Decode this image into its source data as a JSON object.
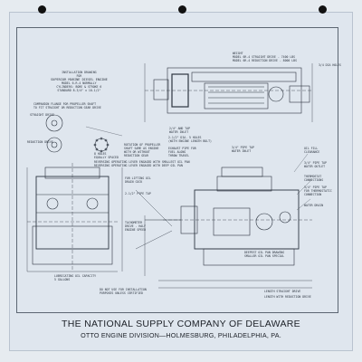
{
  "sheet": {
    "paper_color": "#dfe6ee",
    "ink_color": "#2d3540"
  },
  "notes": {
    "installation": [
      "INSTALLATION DRAWING",
      "FOR",
      "SUPERIOR MARINE DIESEL ENGINE",
      "MODEL 6-R-4 NORMALLY",
      "CYLINDERS: BORE & STROKE 6",
      "STANDARD 8-3/4\" x 10-1/2\""
    ],
    "weight_title": "WEIGHT",
    "weight_lines": [
      "MODEL 6R-4 STRAIGHT DRIVE - 7400 LBS",
      "MODEL 6R-4 REDUCTION DRIVE - 8000 LBS"
    ],
    "flange": [
      "COMPANION FLANGE FOR PROPELLER SHAFT",
      "TO FIT STRAIGHT OR REDUCTION GEAR DRIVE"
    ],
    "straight_drive": "STRAIGHT DRIVE",
    "reduction_drive": "REDUCTION DRIVE",
    "holes": [
      "8 HOLES",
      "EQUALLY SPACED"
    ],
    "rotation": [
      "ROTATION OF PROPELLER",
      "SHAFT SAME AS ENGINE",
      "WITH OR WITHOUT",
      "REDUCTION GEAR"
    ],
    "lever": [
      "REVERSING OPERATING LEVER ENGAGED WITH SMALLEST OIL PAN",
      "REVERSING OPERATING LEVER ENGAGED WITH DEEP OIL PAN"
    ],
    "lifting": [
      "FOR LIFTING OIL",
      "DRAIN COCK"
    ],
    "sump": [
      "2-1/2\" DIA. 5 HOLES",
      "(WITH ENGINE LENGTH BOLT)"
    ],
    "exhaust": [
      "EXHAUST PIPE FOR",
      "FUEL ALONG",
      "THROW TRAVEL"
    ],
    "water_inlet": [
      "3/4\" PIPE TAP",
      "WATER INLET"
    ],
    "tap": "2-1/2\" PIPE TAP",
    "water_inlet2": [
      "2/4\" AND TAP",
      "WATER INLET"
    ],
    "oil_fill": [
      "OIL FILL",
      "CLEARANCE"
    ],
    "water_outlet": [
      "3/4\" PIPE TAP",
      "WATER OUTLET"
    ],
    "thermostat": [
      "THERMOSTAT",
      "CONNECTIONS"
    ],
    "tap2": [
      "3/4\" PIPE TAP",
      "FOR THERMOSTATIC",
      "CONNECTION"
    ],
    "water_drain": "WATER DRAIN",
    "tachometer": [
      "TACHOMETER",
      "DRIVE - HALF",
      "ENGINE SPEED"
    ],
    "lube": [
      "LUBRICATING OIL CAPACITY",
      "5 GALLONS"
    ],
    "warning": [
      "DO NOT USE FOR INSTALLATION",
      "PURPOSES UNLESS CERTIFIED"
    ],
    "oil_pan": [
      "DEEPEST OIL PAN DRAWING",
      "SMALLER OIL PAN SPECIAL"
    ],
    "length_straight": "LENGTH STRAIGHT DRIVE",
    "length_reduction": "LENGTH WITH REDUCTION DRIVE",
    "dia_holes": "3/4 DIA HOLES"
  },
  "footer": {
    "company": "THE NATIONAL SUPPLY COMPANY OF DELAWARE",
    "division": "OTTO ENGINE DIVISION—HOLMESBURG, PHILADELPHIA, PA."
  }
}
